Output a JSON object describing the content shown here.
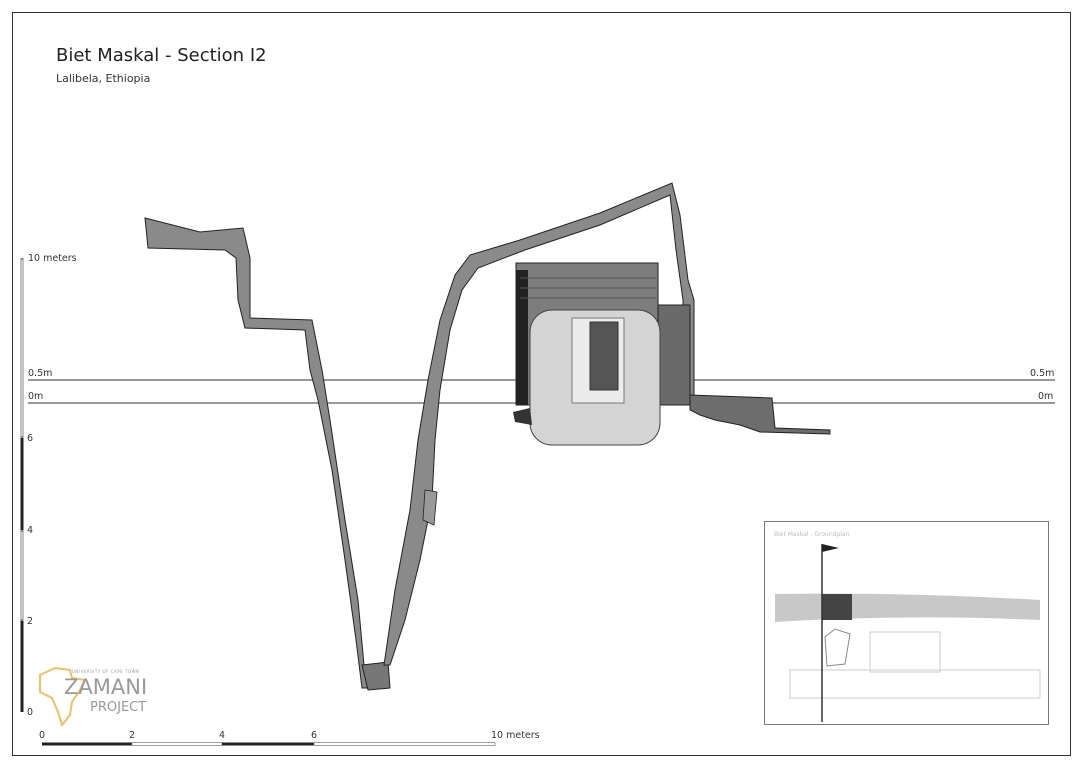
{
  "header": {
    "title": "Biet Maskal - Section I2",
    "subtitle": "Lalibela, Ethiopia"
  },
  "levels": {
    "upper": "0.5m",
    "lower": "0m"
  },
  "vertical_scale": {
    "top_label": "10 meters",
    "ticks": [
      "6",
      "4",
      "2",
      "0"
    ]
  },
  "horizontal_scale": {
    "ticks": [
      "0",
      "2",
      "4",
      "6"
    ],
    "end_label": "10 meters"
  },
  "logo": {
    "line1": "UNIVERSITY OF CAPE TOWN",
    "line2": "ZAMANI",
    "line3": "PROJECT"
  },
  "inset": {
    "title": "Biet Maskal - Groundplan"
  }
}
